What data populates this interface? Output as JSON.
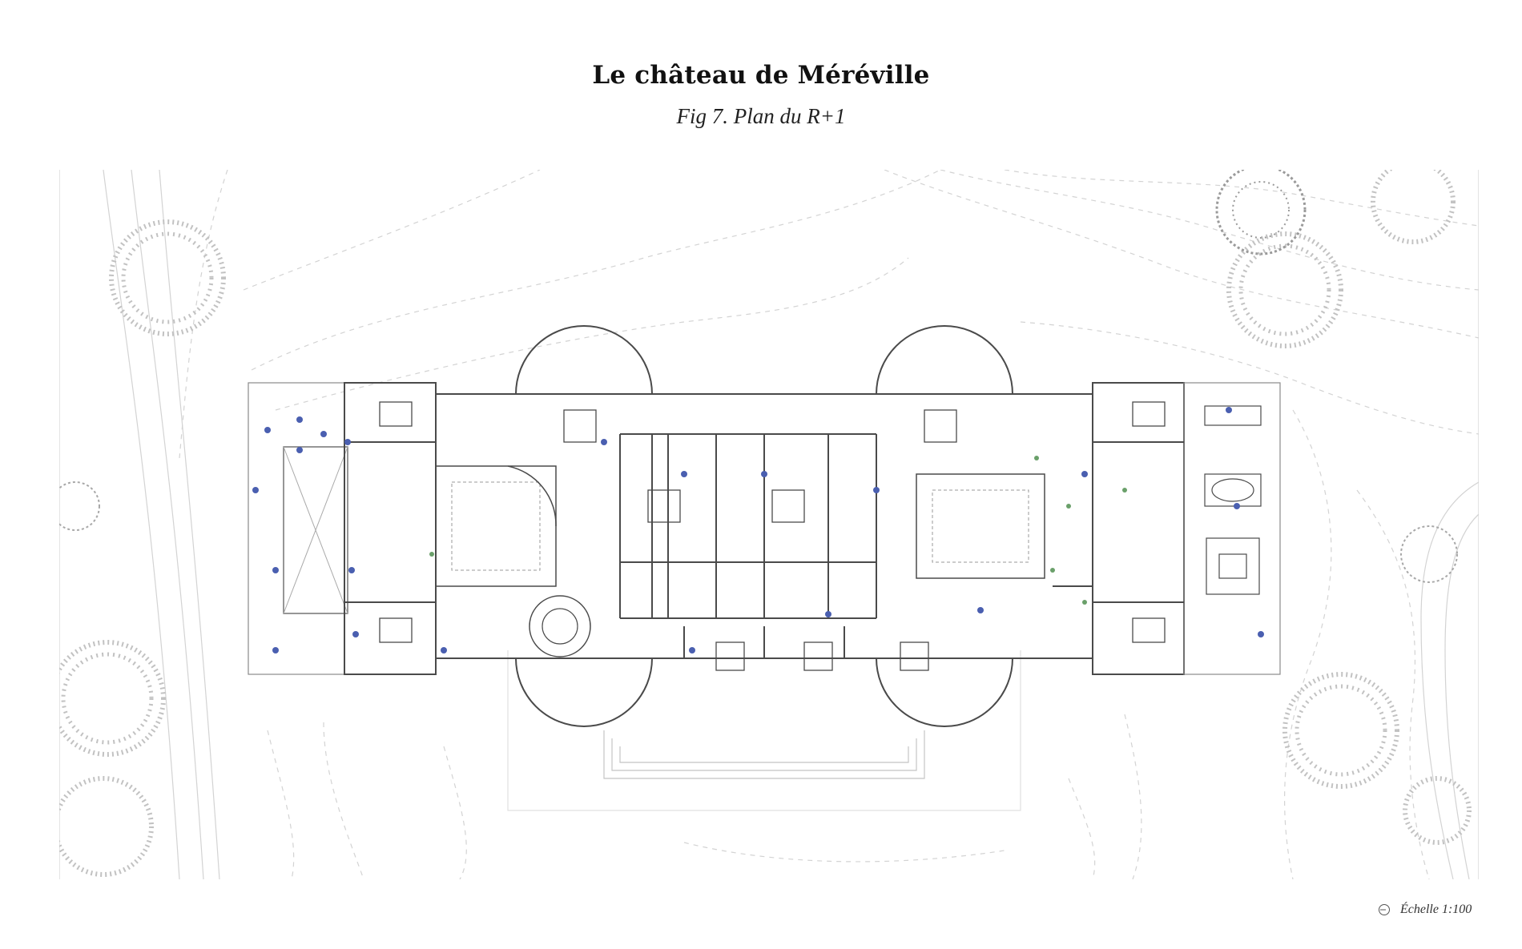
{
  "page": {
    "title": "Le château de Méréville",
    "subtitle": "Fig 7. Plan du R+1"
  },
  "scale": {
    "label": "Échelle 1:100",
    "icon": "north-arrow-icon"
  },
  "colors": {
    "walls": "#4a4a4a",
    "thin_lines": "#8a8a8a",
    "landscape": "#cfcfcf",
    "trees": "#bdbdbd",
    "figures": "#4a5fb0",
    "plants": "#6aa06a"
  }
}
